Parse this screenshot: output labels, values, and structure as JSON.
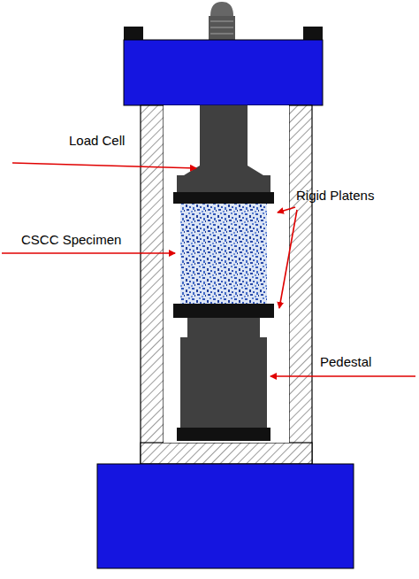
{
  "diagram": {
    "labels": [
      "Load Cell",
      "Rigid Platens",
      "CSCC Specimen",
      "Pedestal"
    ]
  }
}
